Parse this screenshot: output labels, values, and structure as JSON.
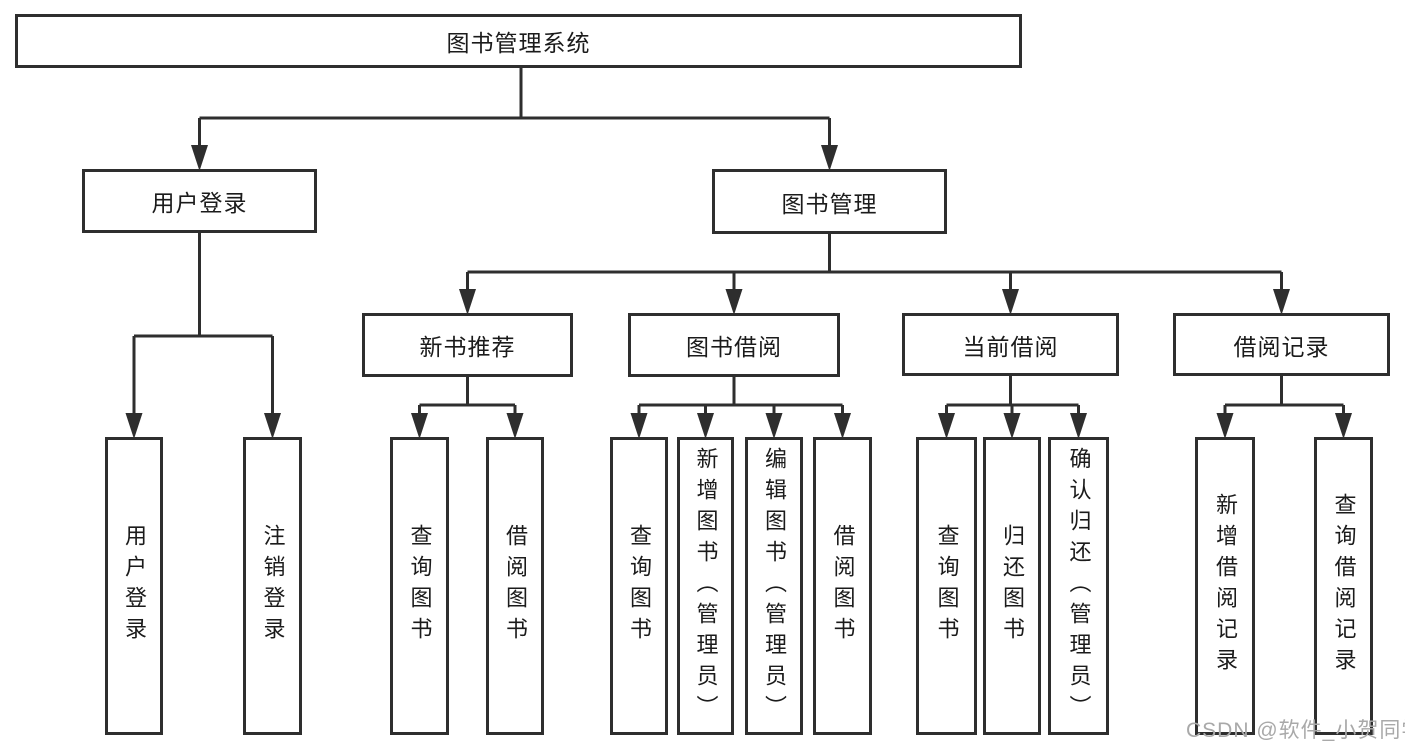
{
  "diagram": {
    "title": "图书管理系统"
  },
  "nodes": [
    {
      "id": "root",
      "label": "图书管理系统",
      "vertical": false
    },
    {
      "id": "user-login",
      "label": "用户登录",
      "vertical": false
    },
    {
      "id": "book-mgmt",
      "label": "图书管理",
      "vertical": false
    },
    {
      "id": "new-book-rec",
      "label": "新书推荐",
      "vertical": false
    },
    {
      "id": "book-borrow",
      "label": "图书借阅",
      "vertical": false
    },
    {
      "id": "current-borrow",
      "label": "当前借阅",
      "vertical": false
    },
    {
      "id": "borrow-records",
      "label": "借阅记录",
      "vertical": false
    },
    {
      "id": "user-login-action",
      "label": "用户登录",
      "vertical": true
    },
    {
      "id": "logout-action",
      "label": "注销登录",
      "vertical": true
    },
    {
      "id": "nb-query",
      "label": "查询图书",
      "vertical": true
    },
    {
      "id": "nb-borrow",
      "label": "借阅图书",
      "vertical": true
    },
    {
      "id": "bb-query",
      "label": "查询图书",
      "vertical": true
    },
    {
      "id": "bb-add",
      "label": "新增图书（管理员）",
      "vertical": true
    },
    {
      "id": "bb-edit",
      "label": "编辑图书（管理员）",
      "vertical": true
    },
    {
      "id": "bb-borrow",
      "label": "借阅图书",
      "vertical": true
    },
    {
      "id": "cb-query",
      "label": "查询图书",
      "vertical": true
    },
    {
      "id": "cb-return",
      "label": "归还图书",
      "vertical": true
    },
    {
      "id": "cb-confirm",
      "label": "确认归还（管理员）",
      "vertical": true
    },
    {
      "id": "br-add",
      "label": "新增借阅记录",
      "vertical": true
    },
    {
      "id": "br-query",
      "label": "查询借阅记录",
      "vertical": true
    }
  ],
  "edges": [
    {
      "from": "root",
      "to": [
        "user-login",
        "book-mgmt"
      ]
    },
    {
      "from": "user-login",
      "to": [
        "user-login-action",
        "logout-action"
      ]
    },
    {
      "from": "book-mgmt",
      "to": [
        "new-book-rec",
        "book-borrow",
        "current-borrow",
        "borrow-records"
      ]
    },
    {
      "from": "new-book-rec",
      "to": [
        "nb-query",
        "nb-borrow"
      ]
    },
    {
      "from": "book-borrow",
      "to": [
        "bb-query",
        "bb-add",
        "bb-edit",
        "bb-borrow"
      ]
    },
    {
      "from": "current-borrow",
      "to": [
        "cb-query",
        "cb-return",
        "cb-confirm"
      ]
    },
    {
      "from": "borrow-records",
      "to": [
        "br-add",
        "br-query"
      ]
    }
  ],
  "watermark": {
    "text": "CSDN @软件_小贺同学"
  },
  "colors": {
    "line": "#2e2e2e",
    "box_border": "#2e2e2e",
    "text": "#1b1b1b",
    "watermark": "#a9a9a9",
    "background": "#ffffff"
  }
}
